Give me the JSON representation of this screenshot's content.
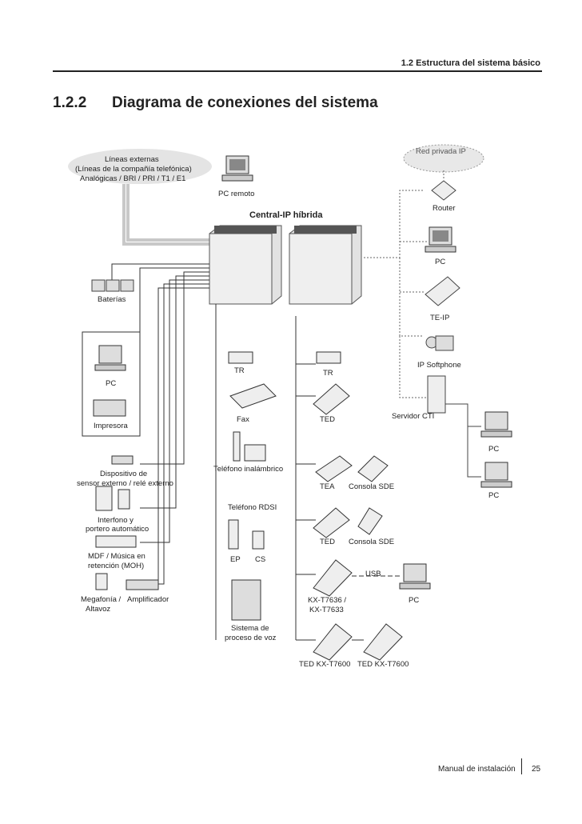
{
  "header": {
    "section_ref": "1.2 Estructura del sistema básico"
  },
  "section": {
    "number": "1.2.2",
    "title": "Diagrama de conexiones del sistema"
  },
  "labels": {
    "lineas1": "Líneas externas",
    "lineas2": "(Líneas de la compañía telefónica)",
    "lineas3": "Analógicas / BRI / PRI / T1 / E1",
    "pc_remoto": "PC remoto",
    "central": "Central-IP híbrida",
    "red_privada": "Red privada IP",
    "router": "Router",
    "pc_right": "PC",
    "te_ip": "TE-IP",
    "ip_softphone": "IP Softphone",
    "servidor_cti": "Servidor CTI",
    "pc_cti1": "PC",
    "pc_cti2": "PC",
    "baterias": "Baterías",
    "pc_left": "PC",
    "impresora": "Impresora",
    "disp1": "Dispositivo de",
    "disp2": "sensor externo / relé externo",
    "interfono1": "Interfono y",
    "interfono2": "portero automático",
    "mdf1": "MDF / Música en",
    "mdf2": "retención (MOH)",
    "megafonia1": "Megafonía /",
    "megafonia2": "Altavoz",
    "amplificador": "Amplificador",
    "tr1": "TR",
    "tr2": "TR",
    "fax": "Fax",
    "ted1": "TED",
    "telefono_inalambrico": "Teléfono inalámbrico",
    "tea": "TEA",
    "consola_sde1": "Consola SDE",
    "telefono_rdsi": "Teléfono RDSI",
    "ted2": "TED",
    "consola_sde2": "Consola SDE",
    "ep": "EP",
    "cs": "CS",
    "usb": "USB",
    "kx1": "KX-T7636 /",
    "kx2": "KX-T7633",
    "pc_usb": "PC",
    "sistema1": "Sistema de",
    "sistema2": "proceso de voz",
    "ted_kx1": "TED KX-T7600",
    "ted_kx2": "TED KX-T7600"
  },
  "footer": {
    "manual": "Manual de instalación",
    "page": "25"
  }
}
